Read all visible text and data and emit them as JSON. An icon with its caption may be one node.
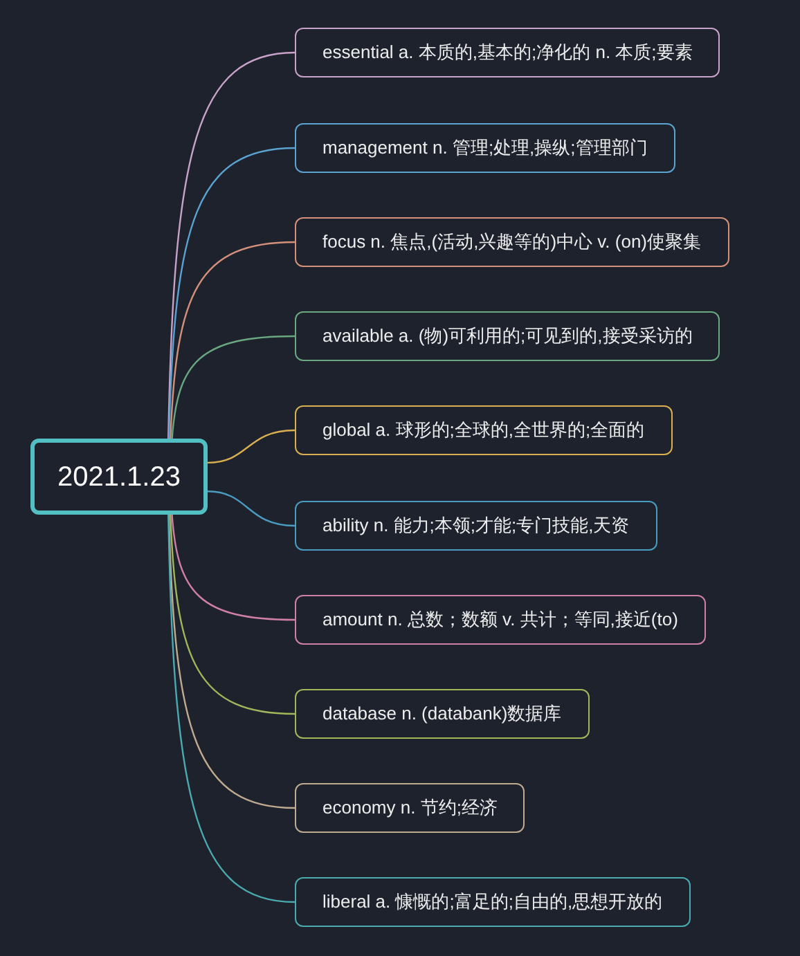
{
  "diagram": {
    "nodes": [
      {
        "text": [
          "2021.1.23"
        ]
      },
      {
        "text": [
          "essential a. 本质的,基本的;净化的 n. 本质;要素"
        ]
      },
      {
        "text": [
          "management n. 管理;处理,操纵;管理部门"
        ]
      },
      {
        "text": [
          "focus n. 焦点,(活动,兴趣等的)中心 v. (on)使聚集"
        ]
      },
      {
        "text": [
          "available a. (物)可利用的;可见到的,接受采访的"
        ]
      },
      {
        "text": [
          "global a. 球形的;全球的,全世界的;全面的"
        ]
      },
      {
        "text": [
          "ability n. 能力;本领;才能;专门技能,天资"
        ]
      },
      {
        "text": [
          "amount n. 总数；数额 v. 共计；等同,接近(to)"
        ]
      },
      {
        "text": [
          "database n. (databank)数据库"
        ]
      },
      {
        "text": [
          "economy n. 节约;经济"
        ]
      },
      {
        "text": [
          "liberal a. 慷慨的;富足的;自由的,思想开放的"
        ]
      }
    ],
    "edges": [
      {
        "from": 0,
        "to": 1,
        "arrow": "none",
        "color": "#c8a2c8"
      },
      {
        "from": 0,
        "to": 2,
        "arrow": "none",
        "color": "#5ba3d0"
      },
      {
        "from": 0,
        "to": 3,
        "arrow": "none",
        "color": "#d4907a"
      },
      {
        "from": 0,
        "to": 4,
        "arrow": "none",
        "color": "#6aa882"
      },
      {
        "from": 0,
        "to": 5,
        "arrow": "none",
        "color": "#d9b050"
      },
      {
        "from": 0,
        "to": 6,
        "arrow": "none",
        "color": "#4a9cc0"
      },
      {
        "from": 0,
        "to": 7,
        "arrow": "none",
        "color": "#d080a8"
      },
      {
        "from": 0,
        "to": 8,
        "arrow": "none",
        "color": "#a0b85a"
      },
      {
        "from": 0,
        "to": 9,
        "arrow": "none",
        "color": "#c0aa90"
      },
      {
        "from": 0,
        "to": 10,
        "arrow": "none",
        "color": "#4aaab0"
      }
    ]
  }
}
